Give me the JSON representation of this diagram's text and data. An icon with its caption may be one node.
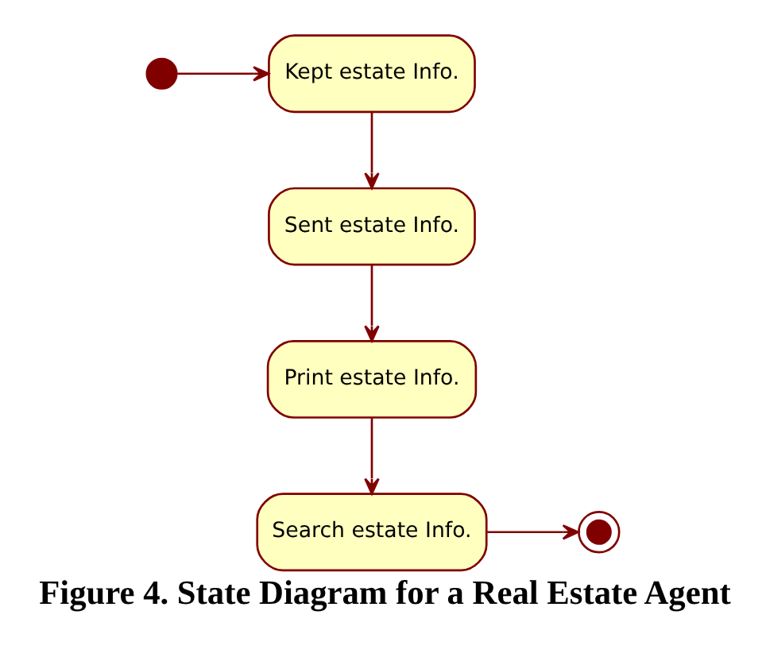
{
  "diagram": {
    "caption": "Figure 4. State Diagram for a Real Estate Agent",
    "nodes": [
      {
        "text": [],
        "shape": "circle"
      },
      {
        "text": [
          "Kept estate Info."
        ]
      },
      {
        "text": [
          "Sent estate Info."
        ]
      },
      {
        "text": [
          "Print estate Info."
        ]
      },
      {
        "text": [
          "Search estate Info."
        ]
      },
      {
        "text": [],
        "shape": "bullseye"
      }
    ],
    "edges": [
      {
        "from": 0,
        "to": 1,
        "arrow": "to"
      },
      {
        "from": 1,
        "to": 2,
        "arrow": "to"
      },
      {
        "from": 2,
        "to": 3,
        "arrow": "to"
      },
      {
        "from": 3,
        "to": 4,
        "arrow": "to"
      },
      {
        "from": 4,
        "to": 5,
        "arrow": "to"
      }
    ]
  }
}
